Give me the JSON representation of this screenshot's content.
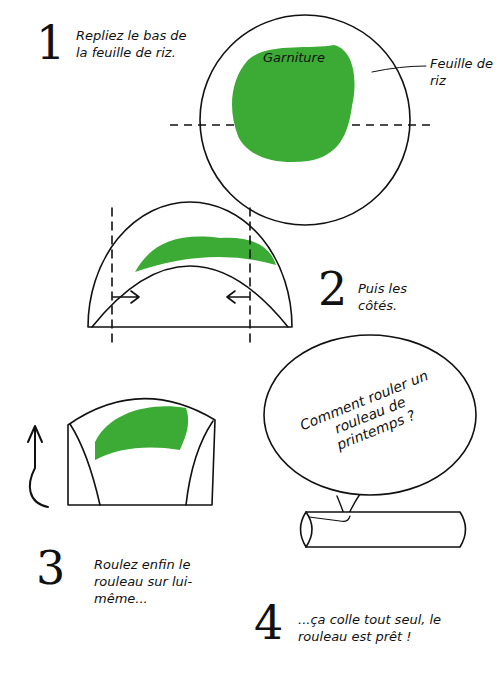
{
  "diagram": {
    "nodes": [
      {
        "text": [
          "Garniture"
        ]
      },
      {
        "text": [
          "Comment rouler un rouleau de printemps ?"
        ]
      }
    ],
    "labels": [
      "1",
      "Repliez le bas de la feuille de riz.",
      "Feuille de riz",
      "2",
      "Puis les côtés.",
      "3",
      "Roulez enfin le rouleau sur lui-même...",
      "4",
      "...ça colle tout seul, le rouleau est prêt !"
    ]
  }
}
